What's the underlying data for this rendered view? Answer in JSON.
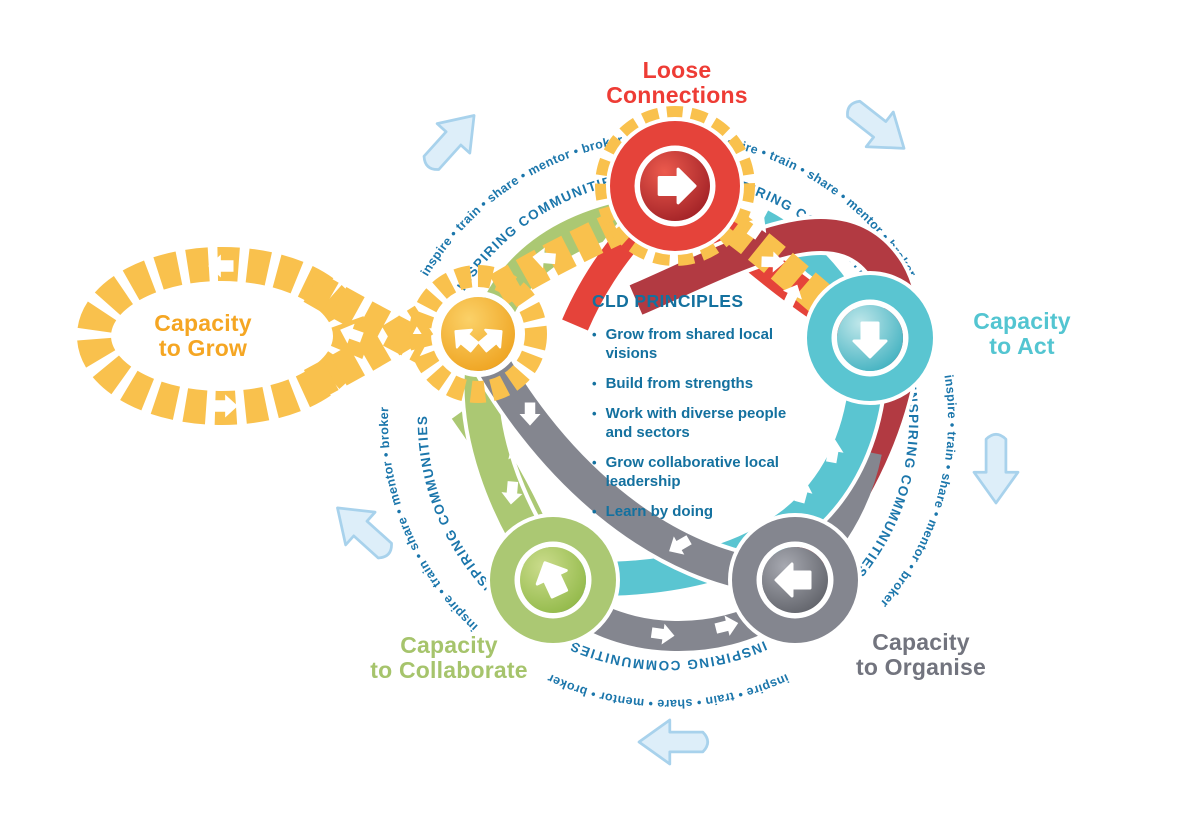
{
  "center": {
    "heading": "CLD PRINCIPLES",
    "bullets": [
      "Grow from shared local visions",
      "Build from strengths",
      "Work with diverse people and sectors",
      "Grow collaborative local leadership",
      "Learn by doing"
    ],
    "text_color": "#14719f"
  },
  "nodes": {
    "loose": {
      "line1": "Loose",
      "line2": "Connections",
      "color": "#ee3c35",
      "arrow_icon": "right-arrow"
    },
    "grow": {
      "line1": "Capacity",
      "line2": "to Grow",
      "color": "#f5a623",
      "arrow_icon": "diverging-arrows"
    },
    "act": {
      "line1": "Capacity",
      "line2": "to Act",
      "color": "#53c5d1",
      "arrow_icon": "down-arrow"
    },
    "organise": {
      "line1": "Capacity",
      "line2": "to Organise",
      "color": "#72747e",
      "arrow_icon": "left-arrow"
    },
    "collaborate": {
      "line1": "Capacity",
      "line2": "to Collaborate",
      "color": "#a6c46c",
      "arrow_icon": "up-left-arrow"
    }
  },
  "ring_text": {
    "outer": "inspire • train • share • mentor • broker",
    "inner": "INSPIRING COMMUNITIES",
    "color": "#1b76ab"
  },
  "colors": {
    "red_ribbon": "#e5433a",
    "crimson_ribbon": "#b23a42",
    "yellow_road": "#f9c14d",
    "teal_ribbon": "#5ac5d1",
    "gray_ribbon": "#84868f",
    "green_ribbon": "#abc873",
    "flow_arrow_fill": "#ddeef9",
    "flow_arrow_stroke": "#a8d2ec"
  }
}
